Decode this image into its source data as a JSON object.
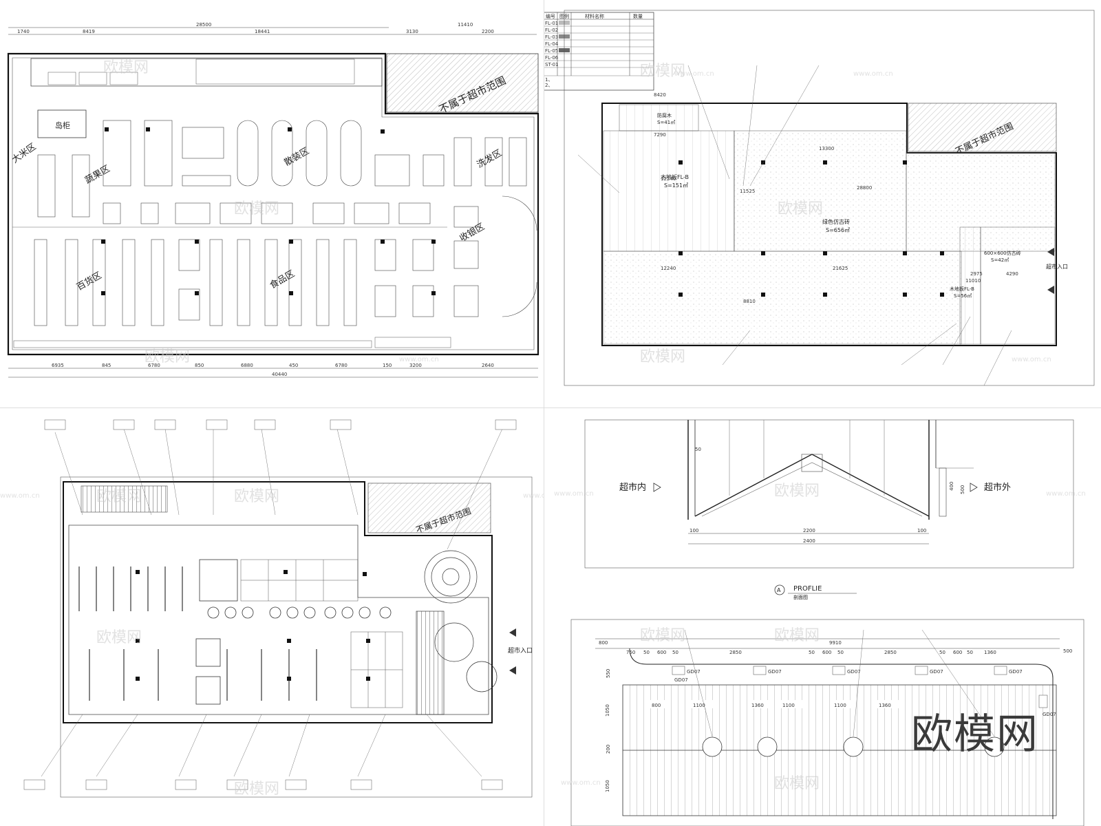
{
  "watermark_small": "欧模网",
  "watermark_url": "www.om.cn",
  "watermark_large": "欧模网",
  "plan1": {
    "top_dims_total": "28500",
    "top_dims_total2": "11410",
    "top_dims": [
      "1740",
      "8419",
      "18441",
      "3130",
      "2200"
    ],
    "bottom_dims": [
      "6935",
      "845",
      "6780",
      "850",
      "6880",
      "450",
      "6780",
      "150",
      "3200",
      "2640"
    ],
    "bottom_total": "40440",
    "zones": [
      "大米区",
      "岛柜",
      "蔬果区",
      "散装区",
      "洗发区",
      "收银区",
      "百货区",
      "食品区"
    ],
    "excluded": "不属于超市范围"
  },
  "plan2": {
    "excluded": "不属于超市范围",
    "entrance": "超市入口",
    "dims": [
      "8420",
      "7290",
      "13300",
      "12240",
      "11525",
      "28800",
      "12240",
      "21625",
      "8810",
      "4290",
      "11010",
      "2975"
    ],
    "area_wood": "木地板FL-B",
    "area_wood_s": "S=151㎡",
    "area_stone": "绿色仿古砖",
    "area_stone_s": "S=656㎡",
    "area_tile": "600×600仿古砖",
    "area_tile_s": "S=42㎡",
    "area_wood2": "木地板FL-B",
    "area_wood2_s": "S=56㎡",
    "area_top": "防腐木",
    "area_top_s": "S=41㎡"
  },
  "legend": {
    "headers": [
      "编号",
      "图例",
      "材料名称",
      "数量"
    ],
    "rows": [
      "FL-01",
      "FL-02",
      "FL-03",
      "FL-04",
      "FL-05",
      "FL-06",
      "ST-01"
    ],
    "notes": [
      "1、",
      "2、"
    ]
  },
  "plan3": {
    "excluded": "不属于超市范围",
    "entrance": "超市入口"
  },
  "section": {
    "inside": "超市内",
    "outside": "超市外",
    "dims": [
      "100",
      "2200",
      "100",
      "2400",
      "400",
      "500",
      "50"
    ],
    "title_en": "PROFLIE",
    "title_cn": "剖面图",
    "marker": "A"
  },
  "ceiling": {
    "top_dims": [
      "800",
      "750",
      "50",
      "600",
      "50",
      "2850",
      "9910",
      "50",
      "600",
      "50",
      "2850",
      "50",
      "600",
      "50",
      "1360",
      "500"
    ],
    "row_dims": [
      "800",
      "1100",
      "1360",
      "1100",
      "1100",
      "1360"
    ],
    "side_dims": [
      "550",
      "1050",
      "200",
      "1050"
    ],
    "tags": [
      "GD07",
      "GD07",
      "GD07",
      "GD07",
      "GD07",
      "GD07",
      "GD07"
    ]
  }
}
